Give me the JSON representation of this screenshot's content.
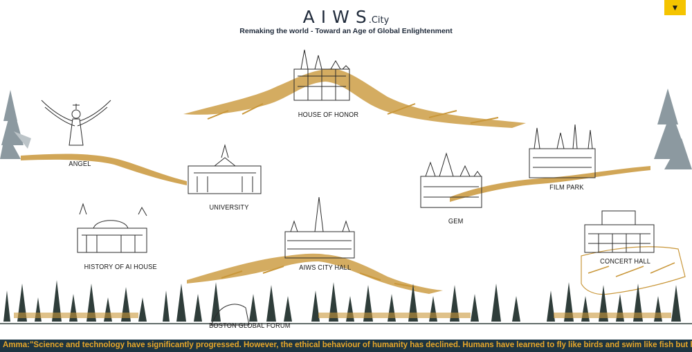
{
  "header": {
    "brand": "AIWS",
    "brand_suffix": ".City",
    "tagline": "Remaking the world - Toward an Age of Global Enlightenment",
    "menu_icon": "triangle-down-icon",
    "menu_symbol": "▼"
  },
  "places": {
    "house_of_honor": "HOUSE OF HONOR",
    "angel": "ANGEL",
    "university": "UNIVERSITY",
    "gem": "GEM",
    "film_park": "FILM PARK",
    "history_ai_house": "HISTORY OF AI HOUSE",
    "aiws_city_hall": "AIWS CITY HALL",
    "concert_hall": "CONCERT HALL",
    "boston_global_forum": "BOSTON GLOBAL FORUM"
  },
  "ticker": {
    "text": "Amma:\"Science and technology have significantly progressed. However, the ethical behaviour of humanity has declined. Humans have learned to fly like birds and swim like fish but have fo"
  },
  "colors": {
    "accent_gold": "#c9973a",
    "ink": "#1f2a3a",
    "menu_yellow": "#f5c400",
    "ticker_bg": "#1d3440",
    "ticker_text": "#e7a72a"
  }
}
